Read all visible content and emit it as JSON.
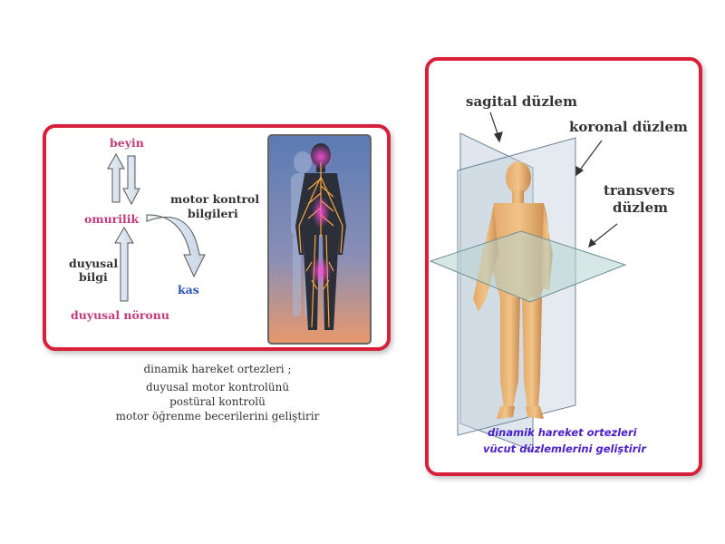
{
  "left_diagram": {
    "labels": {
      "brain": "beyin",
      "spinal_cord": "omurilik",
      "motor_info_1": "motor kontrol",
      "motor_info_2": "bilgileri",
      "sensory_info_1": "duyusal",
      "sensory_info_2": "bilgi",
      "muscle": "kas",
      "sensory_neuron": "duyusal nöronu"
    },
    "caption": [
      "dinamik hareket ortezleri ;",
      "duyusal motor kontrolünü",
      "postüral kontrolü",
      "motor öğrenme becerilerini geliştirir"
    ]
  },
  "right_diagram": {
    "planes": {
      "sagittal": "sagital düzlem",
      "coronal": "koronal düzlem",
      "transverse_1": "transvers",
      "transverse_2": "düzlem"
    },
    "caption_1": "dinamik hareket ortezleri",
    "caption_2": "vücut düzlemlerini geliştirir"
  },
  "colors": {
    "frame": "#d8203a",
    "pink_text": "#c13a7a",
    "blue_text": "#2c52b8",
    "purple_text": "#4b1fc8"
  }
}
